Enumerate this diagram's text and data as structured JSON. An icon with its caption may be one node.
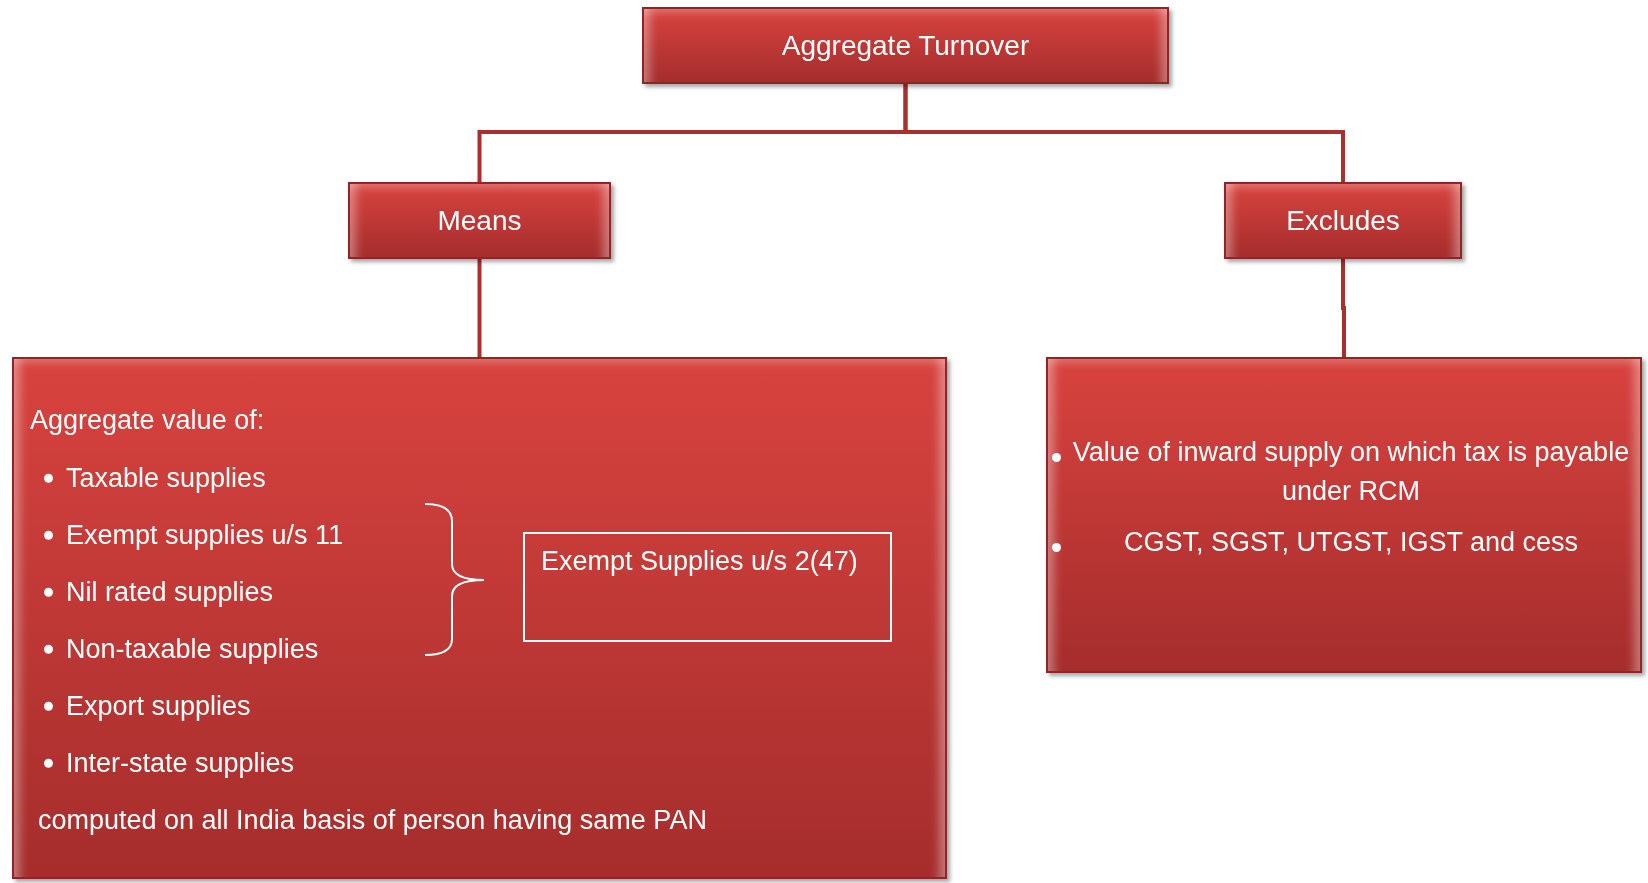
{
  "diagram": {
    "nodes": [
      {
        "text": [
          "Aggregate Turnover"
        ]
      },
      {
        "text": [
          "Means"
        ]
      },
      {
        "text": [
          "Excludes"
        ]
      },
      {
        "text": [
          "Aggregate value of:",
          "Taxable supplies",
          "Exempt supplies u/s 11",
          "Nil rated supplies",
          "Non-taxable supplies",
          "Export supplies",
          "Inter-state supplies",
          "computed on all India basis of person having same PAN"
        ]
      },
      {
        "text": [
          "Exempt Supplies u/s 2(47)"
        ],
        "in": 3
      },
      {
        "text": [
          "Value of inward supply on which tax is payable under RCM",
          "CGST, SGST, UTGST, IGST and cess"
        ]
      }
    ],
    "edges": [
      {
        "from": 0,
        "to": 1,
        "arrow": "none"
      },
      {
        "from": 0,
        "to": 2,
        "arrow": "none"
      },
      {
        "from": 1,
        "to": 3,
        "arrow": "none"
      },
      {
        "from": 2,
        "to": 5,
        "arrow": "none"
      }
    ]
  }
}
